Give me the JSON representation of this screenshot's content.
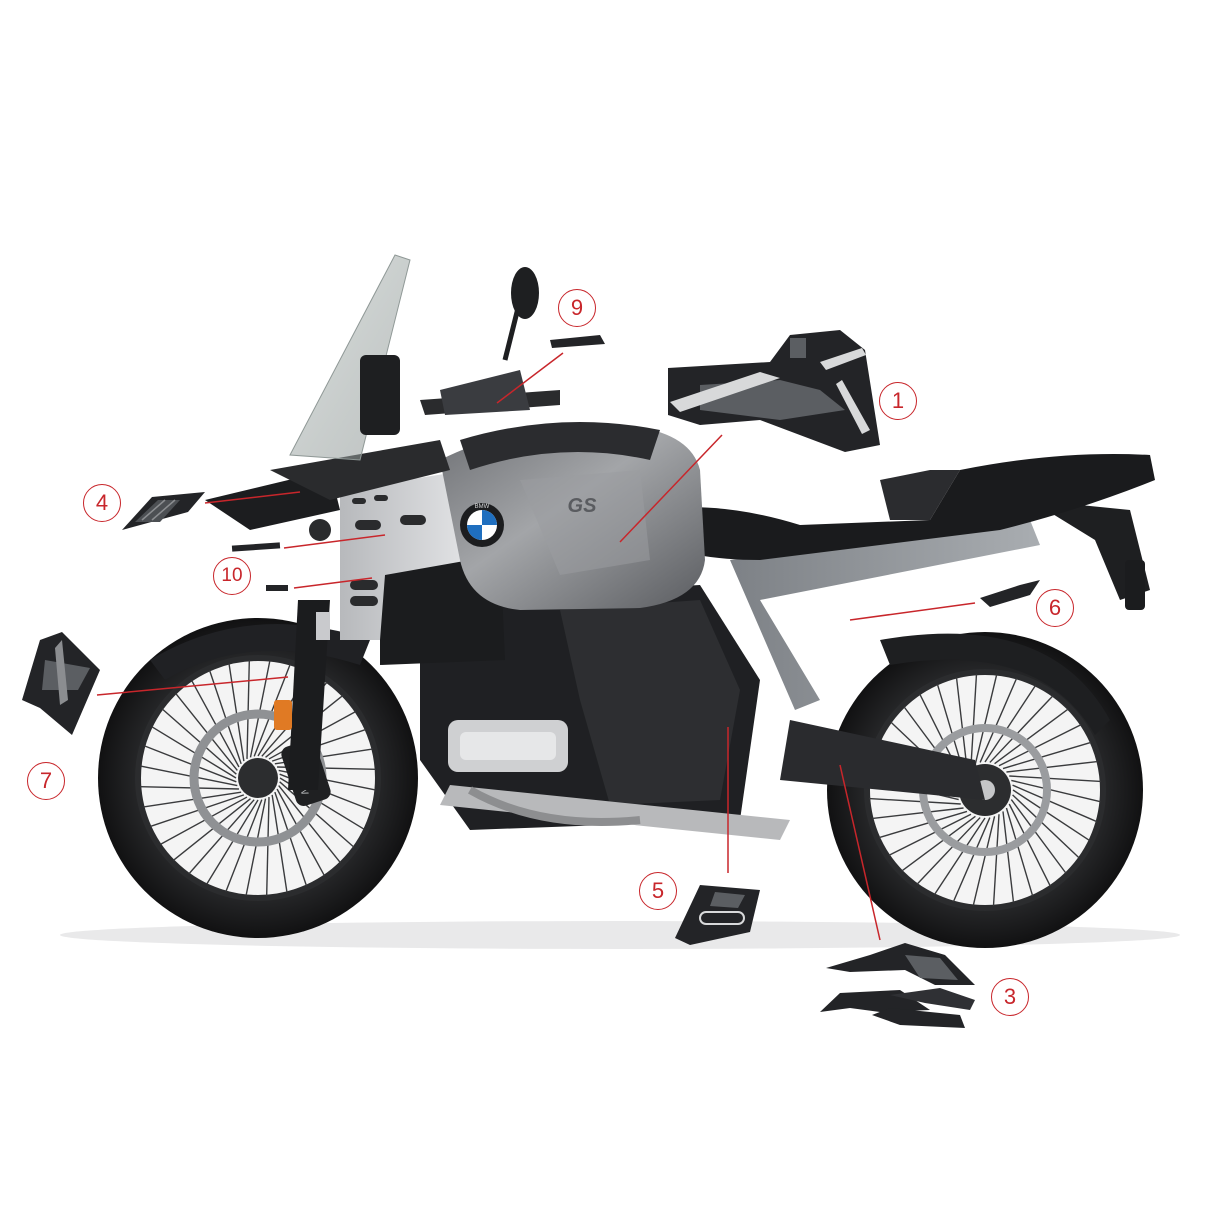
{
  "brand": {
    "roundel_letters": "BMW",
    "tank_badge": "GS",
    "caliper_text": "BMW"
  },
  "callouts": [
    {
      "id": "1",
      "label": "1"
    },
    {
      "id": "3",
      "label": "3"
    },
    {
      "id": "4",
      "label": "4"
    },
    {
      "id": "5",
      "label": "5"
    },
    {
      "id": "6",
      "label": "6"
    },
    {
      "id": "7",
      "label": "7"
    },
    {
      "id": "9",
      "label": "9"
    },
    {
      "id": "10",
      "label": "10"
    }
  ],
  "colors": {
    "callout": "#c8262b",
    "leader": "#c8262b",
    "bike_dark": "#1e1f21",
    "bike_mid": "#3a3c40",
    "tank_silver": "#8b8d90",
    "panel_silver": "#c9cacd",
    "decal_dark": "#232427",
    "decal_grey": "#5b5e62"
  }
}
